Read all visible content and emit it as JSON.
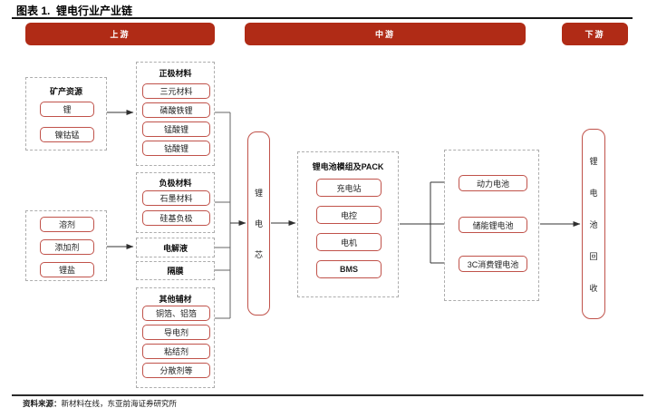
{
  "title": "图表 1.  锂电行业产业链",
  "stages": {
    "upstream": "上游",
    "midstream": "中游",
    "downstream": "下游"
  },
  "upstream": {
    "mineral": {
      "label": "矿产资源",
      "items": [
        "锂",
        "镍钴锰"
      ]
    },
    "cathode": {
      "label": "正极材料",
      "items": [
        "三元材料",
        "磷酸铁锂",
        "锰酸锂",
        "钴酸锂"
      ]
    },
    "anode": {
      "label": "负极材料",
      "items": [
        "石墨材料",
        "硅基负极"
      ]
    },
    "electrolyte_label": "电解液",
    "separator_label": "隔膜",
    "electrolyte_inputs": [
      "溶剂",
      "添加剂",
      "锂盐"
    ],
    "auxiliary": {
      "label": "其他辅材",
      "items": [
        "铜箔、铝箔",
        "导电剂",
        "粘结剂",
        "分散剂等"
      ]
    }
  },
  "midstream": {
    "cell_label": "锂电芯",
    "pack": {
      "label": "锂电池模组及PACK",
      "items": [
        "充电站",
        "电控",
        "电机",
        "BMS"
      ]
    }
  },
  "downstream": {
    "batteries": [
      "动力电池",
      "储能锂电池",
      "3C消费锂电池"
    ],
    "recycle_label": "锂电池回收"
  },
  "footer": {
    "source_label": "资料来源：",
    "source_text": "新材料在线，东亚前海证券研究所"
  },
  "colors": {
    "stage_bar": "#b02b16",
    "node_border": "#c0524a"
  }
}
